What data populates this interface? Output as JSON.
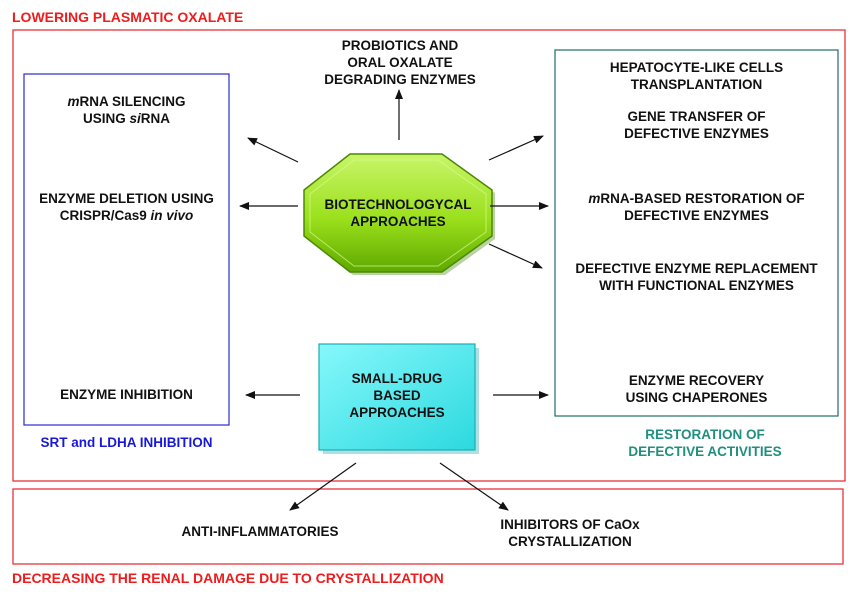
{
  "colors": {
    "outer_border": "#e8343a",
    "left_box_border": "#2b2bd0",
    "right_box_border": "#1f6f64",
    "octagon_fill": "#9be01c",
    "small_drug_fill": "#3ee8ee",
    "text": "#111111",
    "red_label": "#ee1c1c",
    "blue_label": "#1818d6",
    "teal_label": "#1f8f7e"
  },
  "top_title": "LOWERING PLASMATIC OXALATE",
  "bottom_title": "DECREASING THE RENAL DAMAGE DUE TO CRYSTALLIZATION",
  "center": {
    "biotech": [
      "BIOTECHNOLOGYCAL",
      "APPROACHES"
    ],
    "small_drug": [
      "SMALL-DRUG",
      "BASED",
      "APPROACHES"
    ]
  },
  "top_item": [
    "PROBIOTICS AND",
    "ORAL OXALATE",
    "DEGRADING ENZYMES"
  ],
  "left": {
    "mrna_silencing": {
      "italic1": "m",
      "rest1": "RNA SILENCING",
      "pre2": "USING ",
      "italic2": "si",
      "rest2": "RNA"
    },
    "crispr": {
      "line1": "ENZYME DELETION USING",
      "pre2": "CRISPR/Cas9 ",
      "italic2": "in vivo"
    },
    "inhibition": "ENZYME INHIBITION",
    "caption": "SRT and LDHA INHIBITION"
  },
  "right": {
    "hepatocyte": [
      "HEPATOCYTE-LIKE CELLS",
      "TRANSPLANTATION"
    ],
    "gene_transfer": [
      "GENE TRANSFER OF",
      "DEFECTIVE ENZYMES"
    ],
    "mrna_restoration": {
      "italic1": "m",
      "rest1": "RNA-BASED RESTORATION OF",
      "line2": "DEFECTIVE ENZYMES"
    },
    "replacement": [
      "DEFECTIVE ENZYME REPLACEMENT",
      "WITH FUNCTIONAL ENZYMES"
    ],
    "recovery": [
      "ENZYME RECOVERY",
      "USING  CHAPERONES"
    ],
    "caption": [
      "RESTORATION OF",
      "DEFECTIVE ACTIVITIES"
    ]
  },
  "bottom": {
    "anti_inflammatories": "ANTI-INFLAMMATORIES",
    "inhibitors": [
      "INHIBITORS OF CaOx",
      "CRYSTALLIZATION"
    ]
  }
}
